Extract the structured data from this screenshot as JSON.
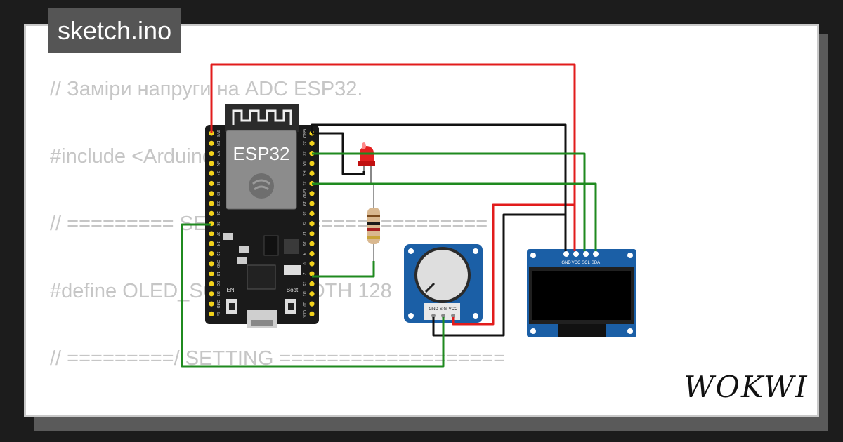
{
  "title": "sketch.ino",
  "code_lines": [
    "// Заміри напруги на ADC ESP32.",
    "#include <Arduino.h>",
    "// ========= SETTING ==================",
    "#define OLED_SCREEN_WIDTH 128",
    "// =========/ SETTING ==================="
  ],
  "esp32": {
    "label": "ESP32",
    "left_pins": [
      "3V3",
      "EN",
      "VP",
      "VN",
      "34",
      "35",
      "32",
      "33",
      "25",
      "26",
      "27",
      "14",
      "12",
      "GND",
      "13",
      "D2",
      "D3",
      "CMD",
      "5V"
    ],
    "right_pins": [
      "GND",
      "23",
      "22",
      "TX",
      "RX",
      "21",
      "GND",
      "19",
      "18",
      "5",
      "17",
      "16",
      "4",
      "0",
      "2",
      "15",
      "D1",
      "D0",
      "CLK"
    ],
    "en_button": "EN",
    "boot_button": "Boot"
  },
  "potentiometer": {
    "pins": [
      "GND",
      "SIG",
      "VCC"
    ]
  },
  "oled": {
    "pins": [
      "GND",
      "VCC",
      "SCL",
      "SDA"
    ]
  },
  "brand": "WOKWI",
  "colors": {
    "wire_red": "#e21c1c",
    "wire_green": "#1f8a1f",
    "wire_black": "#111111",
    "module_blue": "#1b5fa6"
  }
}
